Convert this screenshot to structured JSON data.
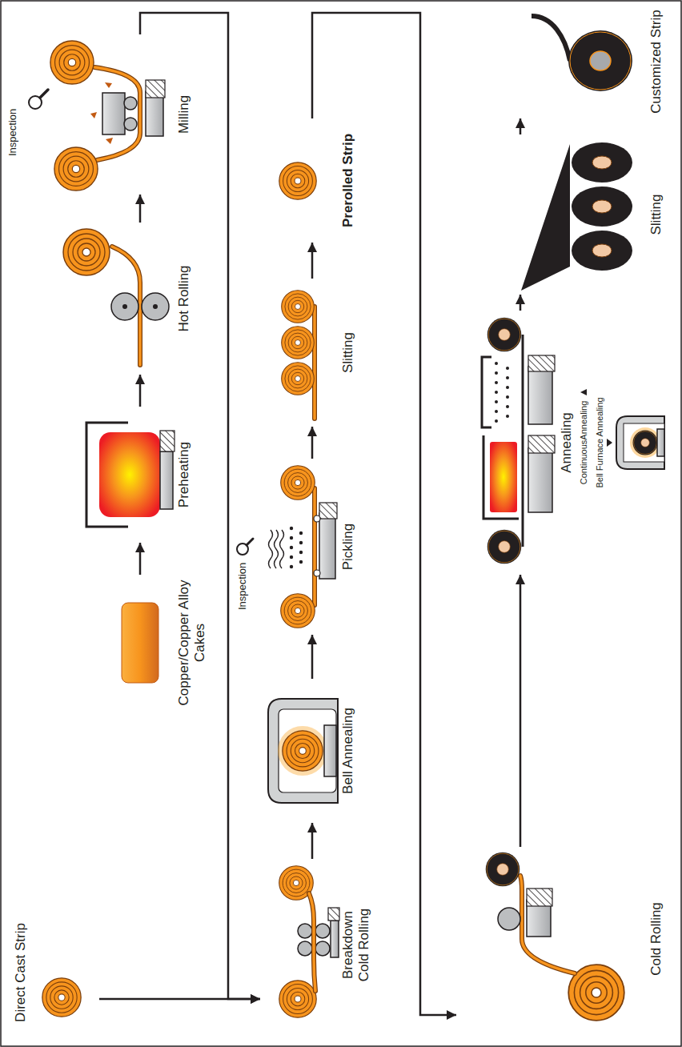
{
  "diagram": {
    "nodes": [
      {
        "text": [
          "Direct Cast Strip"
        ]
      },
      {
        "text": [
          "Copper/Copper Alloy Cakes"
        ]
      },
      {
        "text": [
          "Preheating"
        ]
      },
      {
        "text": [
          "Hot Rolling"
        ]
      },
      {
        "text": [
          "Milling"
        ]
      },
      {
        "text": [
          "Breakdown Cold Rolling"
        ]
      },
      {
        "text": [
          "Bell Annealing"
        ]
      },
      {
        "text": [
          "Pickling"
        ]
      },
      {
        "text": [
          "Slitting"
        ]
      },
      {
        "text": [
          "Prerolled Strip"
        ]
      },
      {
        "text": [
          "Cold Rolling"
        ]
      },
      {
        "text": [
          "Annealing"
        ]
      },
      {
        "text": [
          "ContinuousAnnealing"
        ],
        "in": 11
      },
      {
        "text": [
          "Bell Furnace Annealing"
        ],
        "in": 11
      },
      {
        "text": [
          "Slitting"
        ]
      },
      {
        "text": [
          "Customized Strip"
        ]
      }
    ],
    "edges": [
      {
        "from": 0,
        "to": 5,
        "arrow": "to"
      },
      {
        "from": 1,
        "to": 2,
        "arrow": "to"
      },
      {
        "from": 2,
        "to": 3,
        "arrow": "to"
      },
      {
        "from": 3,
        "to": 4,
        "arrow": "to"
      },
      {
        "from": 4,
        "to": 5,
        "arrow": "to"
      },
      {
        "from": 5,
        "to": 6,
        "arrow": "to"
      },
      {
        "from": 6,
        "to": 7,
        "arrow": "to"
      },
      {
        "from": 7,
        "to": 8,
        "arrow": "to"
      },
      {
        "from": 8,
        "to": 9,
        "arrow": "to"
      },
      {
        "from": 9,
        "to": 10,
        "arrow": "to"
      },
      {
        "from": 10,
        "to": 11,
        "arrow": "to"
      },
      {
        "from": 11,
        "to": 14,
        "arrow": "to"
      },
      {
        "from": 14,
        "to": 15,
        "arrow": "to"
      }
    ],
    "labels": [
      "Inspection",
      "Inspection"
    ]
  }
}
